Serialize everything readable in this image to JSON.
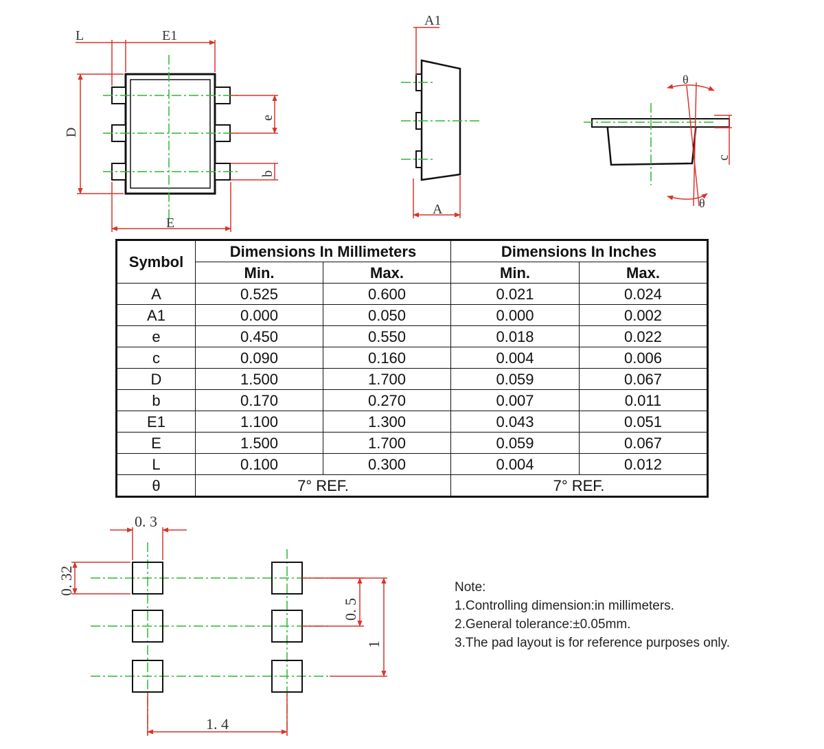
{
  "drawing_labels": {
    "top_view": {
      "L": "L",
      "E1": "E1",
      "D": "D",
      "e": "e",
      "b": "b",
      "E": "E"
    },
    "side_view": {
      "A1": "A1",
      "A": "A"
    },
    "lead_view": {
      "theta_top": "θ",
      "theta_bottom": "θ",
      "c": "c"
    },
    "pad_layout": {
      "pad_width": "0. 3",
      "pad_height": "0. 32",
      "pitch": "0. 5",
      "span": "1",
      "row_distance": "1. 4"
    }
  },
  "table": {
    "symbol_header": "Symbol",
    "mm_header": "Dimensions In Millimeters",
    "inch_header": "Dimensions In Inches",
    "min_label": "Min.",
    "max_label": "Max.",
    "rows": [
      {
        "symbol": "A",
        "mm_min": "0.525",
        "mm_max": "0.600",
        "in_min": "0.021",
        "in_max": "0.024"
      },
      {
        "symbol": "A1",
        "mm_min": "0.000",
        "mm_max": "0.050",
        "in_min": "0.000",
        "in_max": "0.002"
      },
      {
        "symbol": "e",
        "mm_min": "0.450",
        "mm_max": "0.550",
        "in_min": "0.018",
        "in_max": "0.022"
      },
      {
        "symbol": "c",
        "mm_min": "0.090",
        "mm_max": "0.160",
        "in_min": "0.004",
        "in_max": "0.006"
      },
      {
        "symbol": "D",
        "mm_min": "1.500",
        "mm_max": "1.700",
        "in_min": "0.059",
        "in_max": "0.067"
      },
      {
        "symbol": "b",
        "mm_min": "0.170",
        "mm_max": "0.270",
        "in_min": "0.007",
        "in_max": "0.011"
      },
      {
        "symbol": "E1",
        "mm_min": "1.100",
        "mm_max": "1.300",
        "in_min": "0.043",
        "in_max": "0.051"
      },
      {
        "symbol": "E",
        "mm_min": "1.500",
        "mm_max": "1.700",
        "in_min": "0.059",
        "in_max": "0.067"
      },
      {
        "symbol": "L",
        "mm_min": "0.100",
        "mm_max": "0.300",
        "in_min": "0.004",
        "in_max": "0.012"
      }
    ],
    "theta_row": {
      "symbol": "θ",
      "mm_ref": "7° REF.",
      "in_ref": "7° REF."
    }
  },
  "notes": {
    "title": "Note:",
    "items": [
      "1.Controlling dimension:in millimeters.",
      "2.General tolerance:±0.05mm.",
      "3.The pad layout is for reference purposes only."
    ]
  },
  "colors": {
    "dimension_line": "#d9342b",
    "center_line": "#2fb52f",
    "outline": "#111111"
  }
}
